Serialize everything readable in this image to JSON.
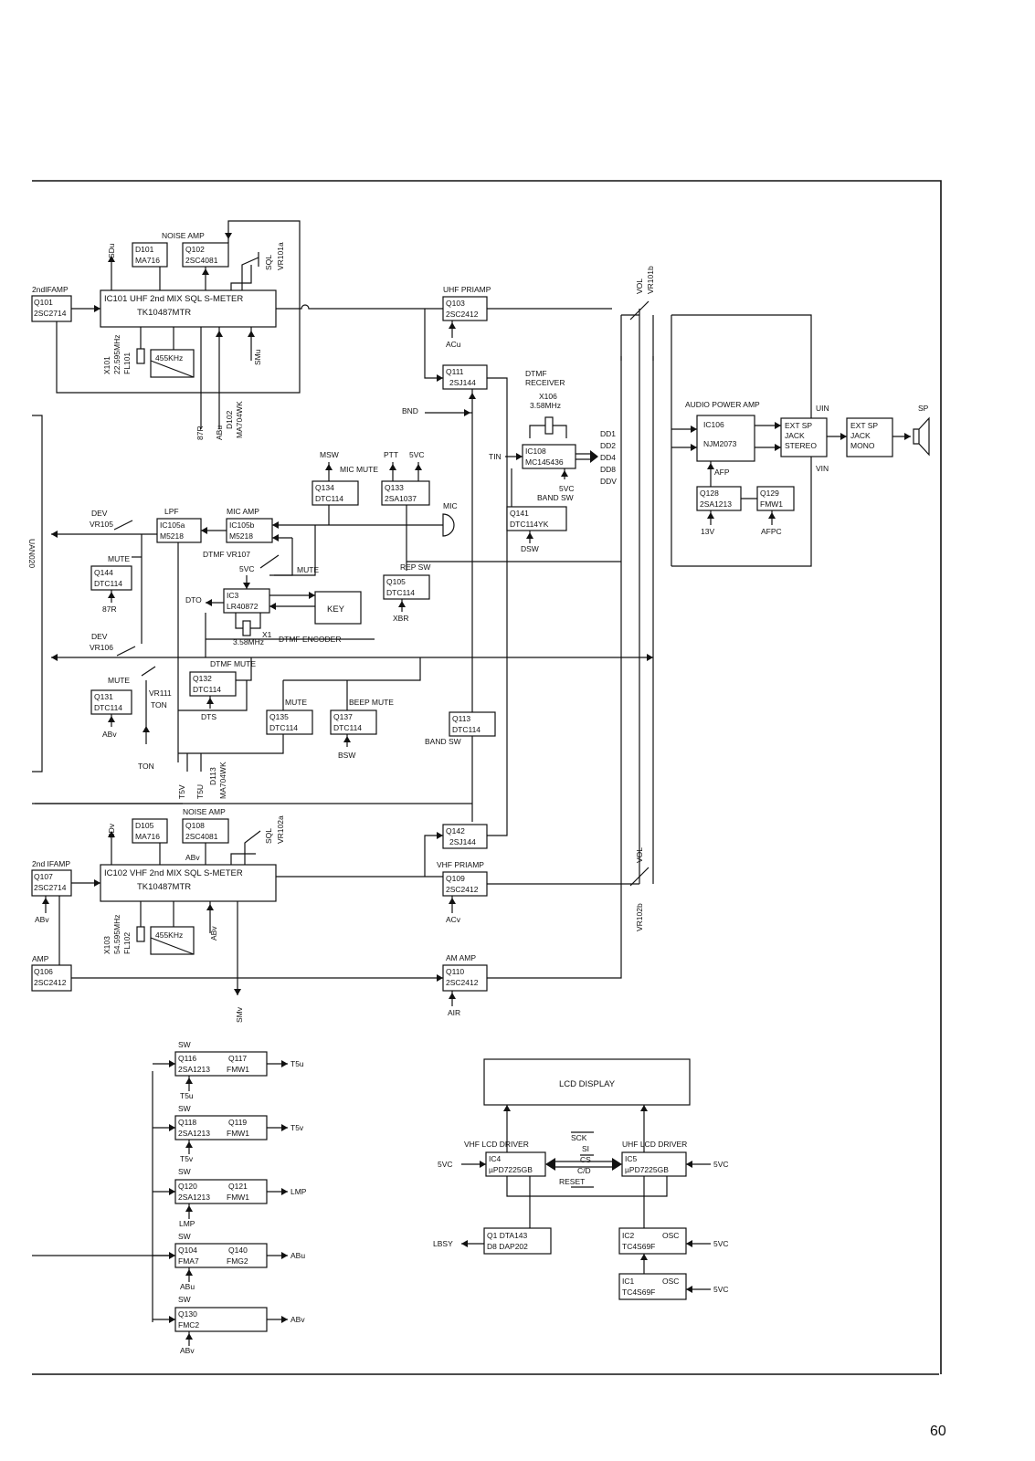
{
  "page_number": "60",
  "blocks": {
    "ic101": {
      "line1": "IC101 UHF 2nd MIX SQL  S-METER",
      "line2": "TK10487MTR"
    },
    "ic102": {
      "line1": "IC102 VHF 2nd MIX SQL  S-METER",
      "line2": "TK10487MTR"
    },
    "q101": {
      "title": "2ndIFAMP",
      "a": "Q101",
      "b": "2SC2714"
    },
    "q107": {
      "title": "2nd IFAMP",
      "a": "Q107",
      "b": "2SC2714"
    },
    "q106": {
      "title": "AMP",
      "a": "Q106",
      "b": "2SC2412"
    },
    "d101": {
      "a": "D101",
      "b": "MA716"
    },
    "q102": {
      "a": "Q102",
      "b": "2SC4081"
    },
    "d105": {
      "a": "D105",
      "b": "MA716"
    },
    "q108": {
      "a": "Q108",
      "b": "2SC4081"
    },
    "q103": {
      "title": "UHF PRIAMP",
      "a": "Q103",
      "b": "2SC2412"
    },
    "q111": {
      "a": "Q111",
      "b": "2SJ144"
    },
    "q142": {
      "a": "Q142",
      "b": "2SJ144"
    },
    "q109": {
      "title": "VHF PRIAMP",
      "a": "Q109",
      "b": "2SC2412"
    },
    "q110": {
      "title": "AM AMP",
      "a": "Q110",
      "b": "2SC2412"
    },
    "ic108": {
      "a": "IC108",
      "b": "MC145436"
    },
    "q141": {
      "a": "Q141",
      "b": "DTC114YK"
    },
    "q134": {
      "a": "Q134",
      "b": "DTC114"
    },
    "q133": {
      "a": "Q133",
      "b": "2SA1037"
    },
    "ic105a": {
      "a": "IC105a",
      "b": "M5218"
    },
    "ic105b": {
      "a": "IC105b",
      "b": "M5218"
    },
    "q144": {
      "a": "Q144",
      "b": "DTC114"
    },
    "q131": {
      "a": "Q131",
      "b": "DTC114"
    },
    "ic3": {
      "a": "IC3",
      "b": "LR40872"
    },
    "key": "KEY",
    "q105": {
      "a": "Q105",
      "b": "DTC114"
    },
    "q132": {
      "a": "Q132",
      "b": "DTC114"
    },
    "q135": {
      "a": "Q135",
      "b": "DTC114"
    },
    "q137": {
      "a": "Q137",
      "b": "DTC114"
    },
    "q113": {
      "a": "Q113",
      "b": "DTC114"
    },
    "ic106": {
      "title": "AUDIO POWER AMP",
      "a": "IC106",
      "b": "NJM2073"
    },
    "ext_stereo": {
      "a": "EXT SP",
      "b": "JACK",
      "c": "STEREO"
    },
    "ext_mono": {
      "a": "EXT SP",
      "b": "JACK",
      "c": "MONO"
    },
    "q128": {
      "a": "Q128",
      "b": "2SA1213"
    },
    "q129": {
      "a": "Q129",
      "b": "FMW1"
    },
    "sw_q116": {
      "a": "Q116",
      "b": "2SA1213",
      "c": "Q117",
      "d": "FMW1"
    },
    "sw_q118": {
      "a": "Q118",
      "b": "2SA1213",
      "c": "Q119",
      "d": "FMW1"
    },
    "sw_q120": {
      "a": "Q120",
      "b": "2SA1213",
      "c": "Q121",
      "d": "FMW1"
    },
    "sw_q104": {
      "a": "Q104",
      "b": "FMA7",
      "c": "Q140",
      "d": "FMG2"
    },
    "sw_q130": {
      "a": "Q130",
      "b": "FMC2"
    },
    "lcd": "LCD DISPLAY",
    "ic4": {
      "title": "VHF LCD DRIVER",
      "a": "IC4",
      "b": "µPD7225GB"
    },
    "ic5": {
      "title": "UHF LCD DRIVER",
      "a": "IC5",
      "b": "µPD7225GB"
    },
    "q1": {
      "a": "Q1 DTA143",
      "b": "D8 DAP202"
    },
    "ic2": {
      "a": "IC2",
      "b": "OSC",
      "c": "TC4S69F"
    },
    "ic1": {
      "a": "IC1",
      "b": "OSC",
      "c": "TC4S69F"
    }
  },
  "labels": {
    "noise_amp": "NOISE AMP",
    "sdu": "SDu",
    "sdv": "SDv",
    "sql": "SQL",
    "vr101a": "VR101a",
    "vr102a": "VR102a",
    "x101": "X101",
    "x101f": "22.595MHz",
    "fl101": "FL101",
    "x103": "X103",
    "x103f": "54.595MHz",
    "fl102": "FL102",
    "khz455": "455KHz",
    "smu": "SMu",
    "smv": "SMv",
    "r87": "87R",
    "abu": "ABu",
    "abv": "ABv",
    "d102": "D102",
    "d102t": "MA704WK",
    "acu": "ACu",
    "acv": "ACv",
    "air": "AIR",
    "bnd": "BND",
    "tin": "TIN",
    "dtmf_rx1": "DTMF",
    "dtmf_rx2": "RECEIVER",
    "x106": "X106",
    "x106f": "3.58MHz",
    "dd1": "DD1",
    "dd2": "DD2",
    "dd4": "DD4",
    "dd8": "DD8",
    "ddv": "DDV",
    "vc5": "5VC",
    "band_sw": "BAND SW",
    "dsw": "DSW",
    "msw": "MSW",
    "ptt": "PTT",
    "mic_mute": "MIC MUTE",
    "mic": "MIC",
    "dev": "DEV",
    "vr105": "VR105",
    "vr106": "VR106",
    "lpf": "LPF",
    "mic_amp": "MIC AMP",
    "mute": "MUTE",
    "dtmf_vr107": "DTMF VR107",
    "dto": "DTO",
    "rep_sw": "REP SW",
    "xbr": "XBR",
    "x1": "X1",
    "x1f": "3.58MHz",
    "dtmf_encoder": "DTMF ENCODER",
    "dtmf_mute": "DTMF MUTE",
    "dts": "DTS",
    "vr111": "VR111",
    "ton": "TON",
    "beep_mute": "BEEP MUTE",
    "bsw": "BSW",
    "t5v": "T5V",
    "t5u": "T5U",
    "d113": "D113",
    "d113t": "MA704WK",
    "vol": "VOL",
    "vr101b": "VR101b",
    "vr102b": "VR102b",
    "uin": "UIN",
    "vin": "VIN",
    "sp": "SP",
    "afp": "AFP",
    "v13": "13V",
    "afpc": "AFPC",
    "sw": "SW",
    "t5u_out": "T5u",
    "t5v_out": "T5v",
    "lmp_out": "LMP",
    "abu_out": "ABu",
    "abv_out": "ABv",
    "t5u_in": "T5u",
    "t5v_in": "T5v",
    "lmp_in": "LMP",
    "abu_in": "ABu",
    "abv_in": "ABv",
    "sck": "SCK",
    "si": "SI",
    "cs": "CS",
    "cd": "C/D",
    "reset": "RESET",
    "lbsy": "LBSY",
    "side_fragment": "UAN020"
  }
}
